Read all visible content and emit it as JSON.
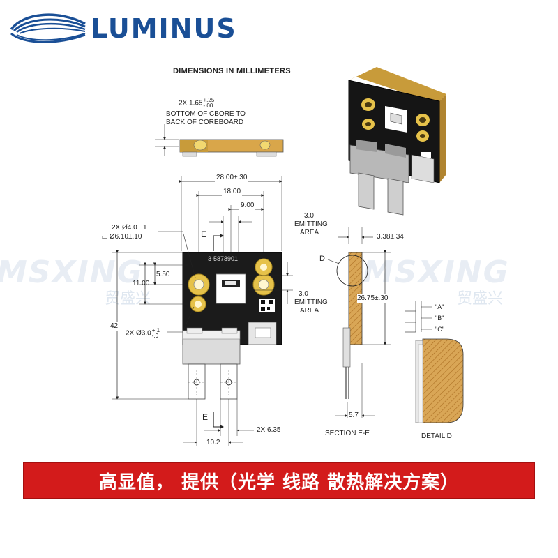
{
  "brand": {
    "name": "LUMINUS",
    "color": "#1a4f96"
  },
  "title": "DIMENSIONS IN MILLIMETERS",
  "top_view": {
    "cbore_dim": "2X 1.65",
    "cbore_tol_plus": "+.25",
    "cbore_tol_minus": "-.00",
    "cbore_note_line1": "BOTTOM OF CBORE TO",
    "cbore_note_line2": "BACK OF COREBOARD"
  },
  "front_view": {
    "width_dim": "28.00±.30",
    "dim_18": "18.00",
    "dim_9": "9.00",
    "emitting_top": [
      "3.0",
      "EMITTING",
      "AREA"
    ],
    "emitting_right": [
      "3.0",
      "EMITTING",
      "AREA"
    ],
    "hole_dim_line1": "2X Ø4.0±.1",
    "hole_dim_line2": "Ø6.10±.10",
    "dim_5_50": "5.50",
    "dim_11_00": "11.00",
    "dim_42": "42",
    "pin_hole_dim": "2X Ø3.0",
    "pin_hole_tol_plus": "+.1",
    "pin_hole_tol_minus": "-.0",
    "section_mark_top": "E",
    "section_mark_bottom": "E",
    "tab_width": "2X 6.35",
    "tab_spacing": "10.2",
    "board_code": "3-5878901"
  },
  "section_view": {
    "thickness": "3.38±.34",
    "height": "26.75±.30",
    "detail_callout": "D",
    "pin_offset": "5.7",
    "caption": "SECTION E-E"
  },
  "detail_view": {
    "labels": [
      "\"A\"",
      "\"B\"",
      "\"C\""
    ],
    "caption": "DETAIL D"
  },
  "watermark": {
    "text_left": "MSXING",
    "text_right": "MSXING",
    "cn_left": "贸盛兴",
    "cn_right": "贸盛兴"
  },
  "banner": {
    "text": "高显值， 提供（光学 线路 散热解决方案）",
    "color": "#d31b1b"
  },
  "colors": {
    "board_black": "#1b1b1b",
    "board_gold": "#c89b3a",
    "pad_gold": "#e6c24a",
    "hatch": "#c98a3a"
  }
}
